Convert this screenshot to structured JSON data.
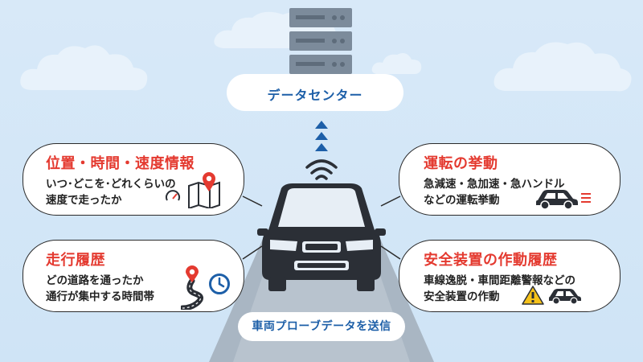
{
  "data_center": {
    "label": "データセンター"
  },
  "send_label": "車両プローブデータを送信",
  "callouts": {
    "top_left": {
      "title": "位置・時間・速度情報",
      "lines": [
        "いつ･どこを･どれくらいの",
        "速度で走ったか"
      ]
    },
    "bottom_left": {
      "title": "走行履歴",
      "lines": [
        "どの道路を通ったか",
        "通行が集中する時間帯"
      ]
    },
    "top_right": {
      "title": "運転の挙動",
      "lines": [
        "急減速・急加速・急ハンドル",
        "などの運転挙動"
      ]
    },
    "bottom_right": {
      "title": "安全装置の作動履歴",
      "lines": [
        "車線逸脱・車間距離警報などの",
        "安全装置の作動"
      ]
    }
  },
  "colors": {
    "accent_red": "#e43a30",
    "accent_blue": "#1d5fa8",
    "server": "#7c8b9b",
    "car": "#2b2f36"
  },
  "icons": [
    "server-icon",
    "arrow-up-icon",
    "wifi-signal-icon",
    "map-pin-icon",
    "speedometer-icon",
    "map-icon",
    "winding-road-icon",
    "clock-icon",
    "speeding-car-icon",
    "warning-icon",
    "car-icon"
  ]
}
